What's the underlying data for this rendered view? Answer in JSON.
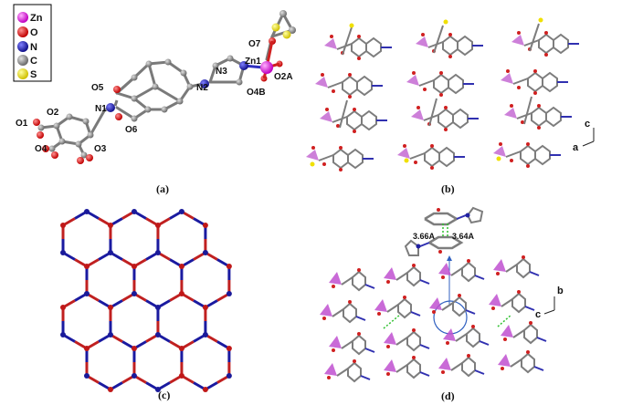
{
  "legend": [
    {
      "symbol": "Zn",
      "color": "#e020e0"
    },
    {
      "symbol": "O",
      "color": "#e01010"
    },
    {
      "symbol": "N",
      "color": "#1a1ab0"
    },
    {
      "symbol": "C",
      "color": "#8c8c8c"
    },
    {
      "symbol": "S",
      "color": "#f0e000"
    }
  ],
  "panel_a": {
    "caption": "(a)",
    "atom_labels": {
      "O7": "O7",
      "Zn1": "Zn1",
      "O2A": "O2A",
      "O4B": "O4B",
      "N3": "N3",
      "N2": "N2",
      "O5": "O5",
      "N1": "N1",
      "O6": "O6",
      "O1": "O1",
      "O2": "O2",
      "O4": "O4",
      "O3": "O3"
    }
  },
  "panel_b": {
    "caption": "(b)",
    "axis_c": "c",
    "axis_a": "a"
  },
  "panel_c": {
    "caption": "(c)"
  },
  "panel_d": {
    "caption": "(d)",
    "dist_1": "3.66A",
    "dist_2": "3.64A",
    "axis_b": "b",
    "axis_c": "c"
  }
}
